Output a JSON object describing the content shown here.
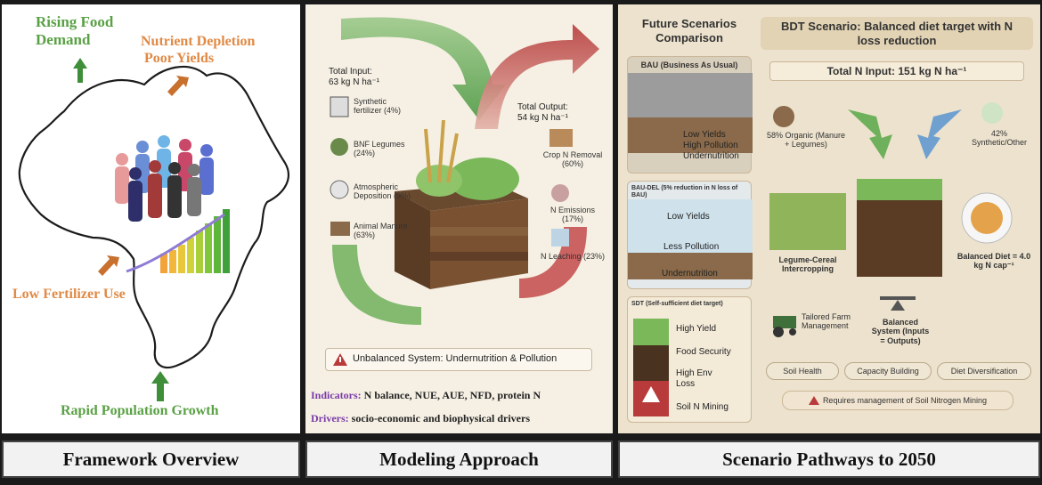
{
  "framework": {
    "rising_food_demand": "Rising Food Demand",
    "nutrient_depletion": "Nutrient Depletion",
    "poor_yields": "Poor Yields",
    "low_fertilizer_use": "Low Fertilizer Use",
    "population_growth": "Rapid Population Growth",
    "caption": "Framework Overview",
    "colors": {
      "green": "#5aa145",
      "orange": "#e08a45",
      "arrow_green": "#3f8f3a",
      "arrow_orange": "#c8702e"
    }
  },
  "modeling": {
    "total_input_label": "Total Input:",
    "total_input_value": "63 kg N ha⁻¹",
    "inputs": [
      "Synthetic fertilizer (4%)",
      "BNF Legumes (24%)",
      "Atmospheric Deposition (9%)",
      "Animal Manure (63%)"
    ],
    "total_output_label": "Total Output:",
    "total_output_value": "54 kg N ha⁻¹",
    "outputs": [
      "Crop N Removal (60%)",
      "N Emissions (17%)",
      "N Leaching (23%)"
    ],
    "warning": "Unbalanced System: Undernutrition & Pollution",
    "indicators_label": "Indicators:",
    "indicators_value": "N balance, NUE, AUE, NFD, protein N",
    "drivers_label": "Drivers:",
    "drivers_value": "socio-economic and biophysical drivers",
    "caption": "Modeling Approach"
  },
  "scenarios": {
    "comparison_title": "Future Scenarios Comparison",
    "bau": {
      "title": "BAU (Business As Usual)",
      "items": [
        "Low Yields",
        "High Pollution",
        "Undernutrition"
      ]
    },
    "bau_del": {
      "title": "BAU-DEL (5% reduction in N loss of BAU)",
      "items": [
        "Low Yields",
        "Less Pollution",
        "Undernutrition"
      ]
    },
    "sdt": {
      "title": "SDT (Self-sufficient diet target)",
      "items": [
        "High Yield",
        "Food Security",
        "High Env Loss",
        "Soil N Mining"
      ]
    },
    "bdt_title": "BDT Scenario: Balanced diet target with N loss reduction",
    "total_n_input": "Total N Input: 151 kg N ha⁻¹",
    "organic": "58% Organic (Manure + Legumes)",
    "synthetic": "42% Synthetic/Other",
    "intercropping": "Legume-Cereal Intercropping",
    "balanced_diet": "Balanced Diet = 4.0 kg N cap⁻¹",
    "tailored": "Tailored Farm Management",
    "balanced_system": "Balanced System (Inputs = Outputs)",
    "pills": [
      "Soil Health",
      "Capacity Building",
      "Diet Diversification"
    ],
    "requires": "Requires management of Soil Nitrogen Mining",
    "caption": "Scenario Pathways to 2050"
  }
}
